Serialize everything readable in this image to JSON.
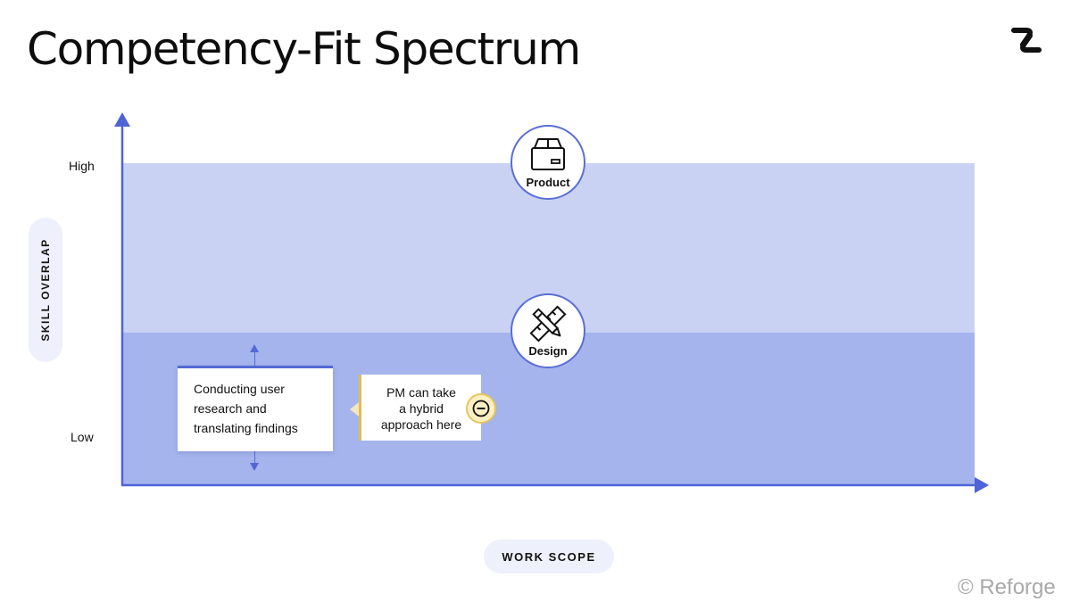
{
  "title": "Competency-Fit Spectrum",
  "axes": {
    "y_label": "SKILL OVERLAP",
    "x_label": "WORK SCOPE",
    "y_ticks": {
      "high": "High",
      "low": "Low"
    }
  },
  "nodes": [
    {
      "label": "Product",
      "icon": "box-icon"
    },
    {
      "label": "Design",
      "icon": "ruler-pencil-icon"
    }
  ],
  "annotations": {
    "card_lines": [
      "Conducting user",
      "research and",
      "translating findings"
    ],
    "callout_lines": [
      "PM can take",
      "a hybrid",
      "approach here"
    ]
  },
  "footer": {
    "copyright": "© Reforge"
  },
  "colors": {
    "band_high": "#c9d2f3",
    "band_low": "#a5b4ec",
    "axis": "#4f63d8",
    "accent_yellow": "#e6c65e"
  }
}
